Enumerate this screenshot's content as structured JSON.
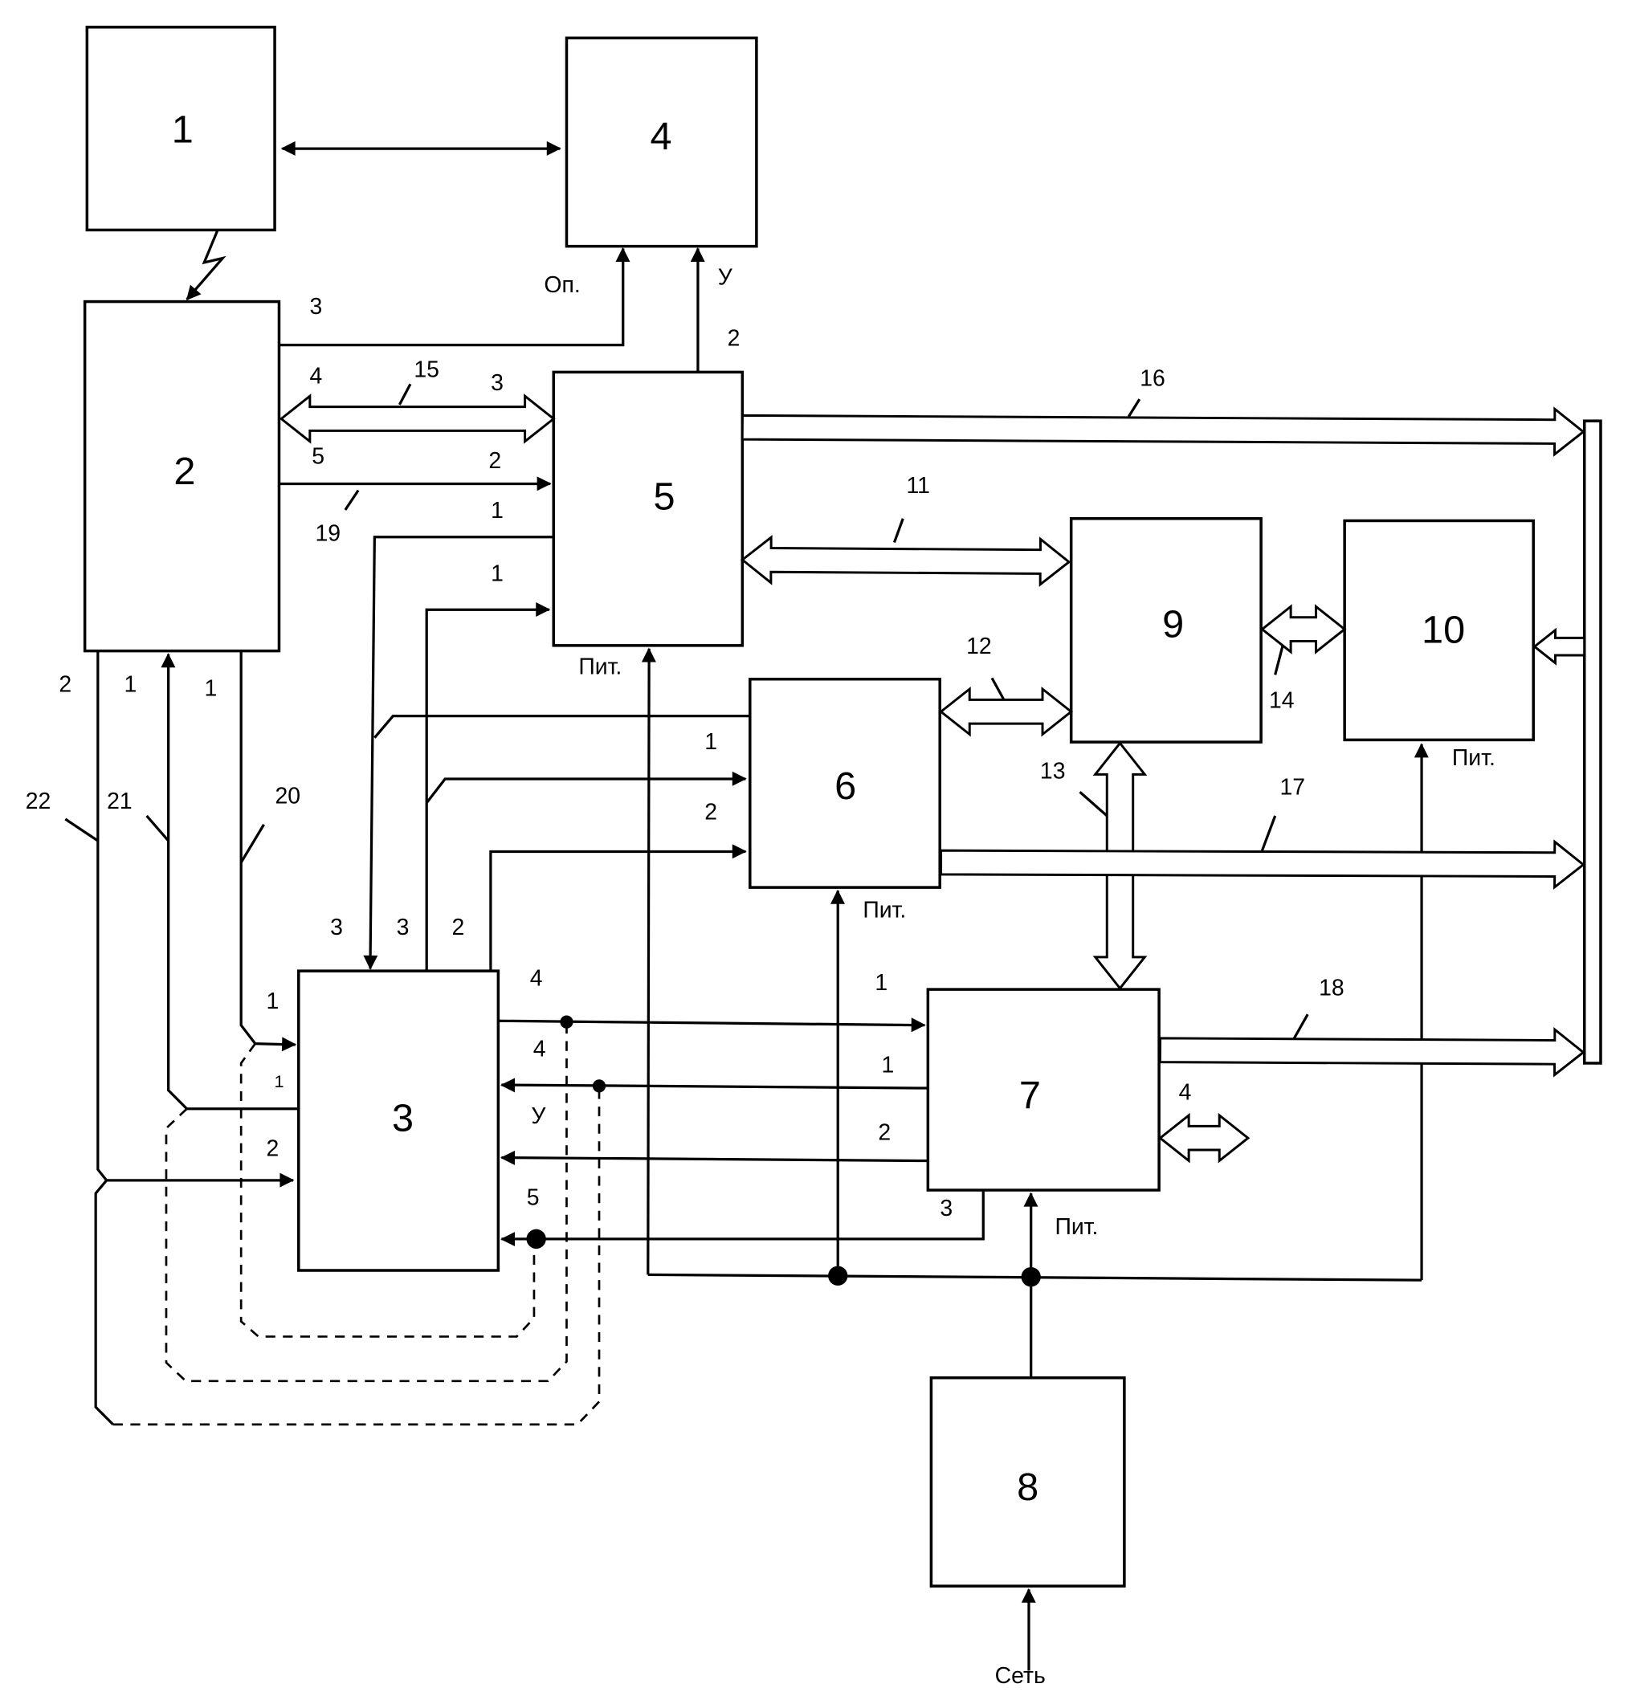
{
  "blocks": [
    "1",
    "2",
    "3",
    "4",
    "5",
    "6",
    "7",
    "8",
    "9",
    "10"
  ],
  "signals": {
    "op": "Оп.",
    "u": "У",
    "power": "Пит.",
    "mains": "Сеть"
  },
  "connections": [
    "11",
    "12",
    "13",
    "14",
    "15",
    "16",
    "17",
    "18",
    "19",
    "20",
    "21",
    "22"
  ],
  "ports": {
    "b2_out3": "3",
    "b2_out4": "4",
    "b2_out5": "5",
    "b2_bot2": "2",
    "b2_bot1a": "1",
    "b2_bot1b": "1",
    "b5_in3": "3",
    "b5_in2": "2",
    "b5_out1": "1",
    "b5_in1": "1",
    "b5_out2": "2",
    "b6_in1": "1",
    "b6_in2": "2",
    "b3_top3a": "3",
    "b3_top3b": "3",
    "b3_top2": "2",
    "b3_in1": "1",
    "b3_out1": "1",
    "b3_in2": "2",
    "b3_out4": "4",
    "b3_in4": "4",
    "b3_in5": "5",
    "b7_in1": "1",
    "b7_out1": "1",
    "b7_out2": "2",
    "b7_out3": "3",
    "b7_port4": "4"
  },
  "colors": {
    "line": "#000000",
    "background": "#ffffff"
  }
}
